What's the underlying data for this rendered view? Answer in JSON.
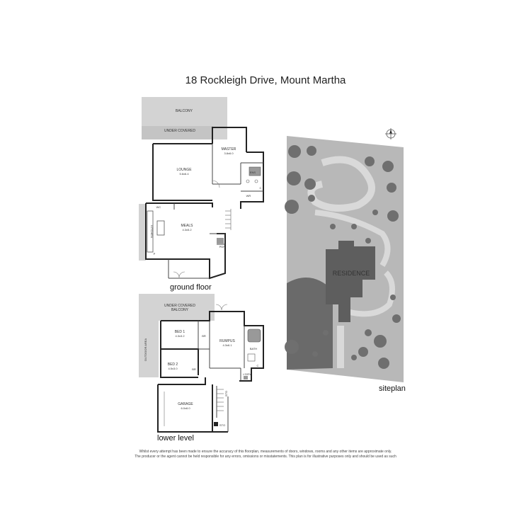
{
  "title": "18 Rockleigh Drive, Mount Martha",
  "ground_floor": {
    "section_label": "ground floor",
    "rooms": {
      "balcony": "BALCONY",
      "under_covered": "UNDER COVERED",
      "master": "MASTER",
      "master_dim": "3.8x6.0",
      "ens": "ENS",
      "wr": "WR",
      "c": "C",
      "lounge": "LOUNGE",
      "lounge_dim": "5.6x6.4",
      "wc": "WC",
      "kitchen": "KITCHEN",
      "meals": "MEALS",
      "meals_dim": "4.3x5.2",
      "p": "P",
      "pdr": "PDR"
    }
  },
  "lower_level": {
    "section_label": "lower level",
    "rooms": {
      "under_covered_balcony_1": "UNDER COVERED",
      "under_covered_balcony_2": "BALCONY",
      "bed1": "BED 1",
      "bed1_dim": "4.3x3.2",
      "bed2": "BED 2",
      "bed2_dim": "4.5x3.0",
      "br": "BR",
      "rumpus": "RUMPUS",
      "rumpus_dim": "4.3x6.1",
      "bath": "BATH",
      "outdoor_area": "OUTDOOR AREA",
      "ldry": "L'DRY",
      "c": "C",
      "sto": "STO",
      "garage": "GARAGE",
      "garage_dim": "6.0x6.0"
    }
  },
  "siteplan": {
    "section_label": "siteplan",
    "residence": "RESIDENCE",
    "compass": "N",
    "colors": {
      "site": "#b8b8b8",
      "house": "#5e5e5e",
      "path": "#d9d9d9",
      "tree": "#6f6f6f"
    }
  },
  "disclaimer": {
    "line1": "Whilst every attempt has been made to ensure the accuracy of this floorplan, measurements of doors, windows, rooms and any other items are approximate only.",
    "line2": "The producer or the agent cannot be held responsible for any errors, omissions or misstatements. This plan is for illustrative purposes only and should be used as such"
  }
}
